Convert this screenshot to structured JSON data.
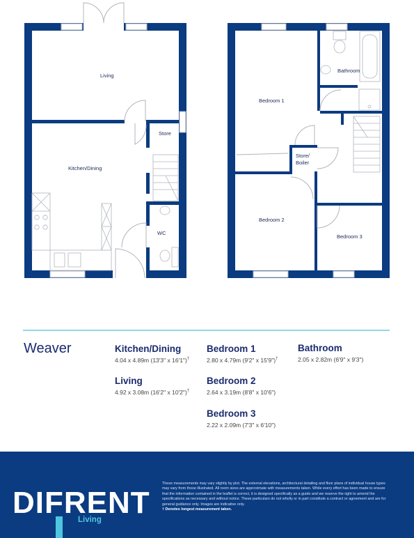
{
  "plan": {
    "labels": {
      "living": "Living",
      "kitchen": "Kitchen/Dining",
      "store": "Store",
      "wc": "WC",
      "bedroom1": "Bedroom 1",
      "bathroom": "Bathroom",
      "store_boiler_1": "Store/",
      "store_boiler_2": "Boiler",
      "bedroom2": "Bedroom 2",
      "bedroom3": "Bedroom 3"
    },
    "colors": {
      "wall": "#0b3b80",
      "fixture": "#b0b4bc"
    }
  },
  "house_name": "Weaver",
  "rooms": [
    {
      "name": "Kitchen/Dining",
      "dims": "4.04 x 4.89m (13'3\" x 16'1\")",
      "mark": "†"
    },
    {
      "name": "Living",
      "dims": "4.92 x 3.08m (16'2\" x 10'2\")",
      "mark": "†"
    },
    {
      "name": "Bedroom 1",
      "dims": "2.80 x 4.79m (9'2\" x 15'9\")",
      "mark": "†"
    },
    {
      "name": "Bedroom 2",
      "dims": "2.64 x 3.19m (8'8\" x 10'6\")",
      "mark": ""
    },
    {
      "name": "Bedroom 3",
      "dims": "2.22 x 2.09m (7'3\" x 6'10\")",
      "mark": ""
    },
    {
      "name": "Bathroom",
      "dims": "2.05 x 2.82m (6'9\" x 9'3\")",
      "mark": ""
    }
  ],
  "footer": {
    "logo_text": "DIFRENT",
    "logo_sub": "Living",
    "disclaimer": "These measurements may vary slightly by plot. The external elevations, architectural detailing and floor plans of individual house types may vary from those illustrated. All room sizes are approximate with measurements taken. While every effort has been made to ensure that the information contained in the leaflet is correct, it is designed specifically as a guide and we reserve the right to amend the specifications as necessary and without notice. These particulars do not wholly or in part constitute a contract or agreement and are for general guidance only. Images are indicative only.",
    "note": "† Denotes longest measurement taken."
  }
}
